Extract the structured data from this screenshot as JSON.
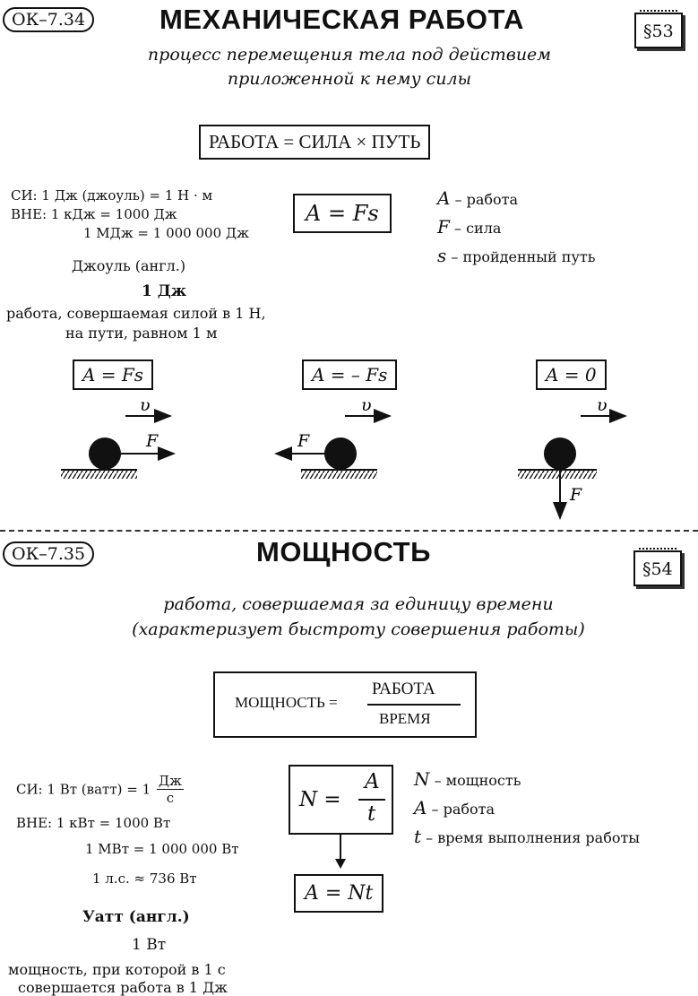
{
  "section1": {
    "badge": "ОК–7.34",
    "title": "МЕХАНИЧЕСКАЯ РАБОТА",
    "paragraph": "§53",
    "definition_line1": "процесс перемещения тела под действием",
    "definition_line2": "приложенной к нему силы",
    "main_formula": "РАБОТА = СИЛА × ПУТЬ",
    "units": {
      "si": "СИ: 1 Дж (джоуль) = 1 Н · м",
      "vne1": "ВНЕ: 1 кДж  = 1000 Дж",
      "vne2": "1 МДж = 1 000 000 Дж"
    },
    "formula": "A = Fs",
    "legend": [
      {
        "sym": "A",
        "desc": " – работа"
      },
      {
        "sym": "F",
        "desc": " – сила"
      },
      {
        "sym": "s",
        "desc": " – пройденный  путь"
      }
    ],
    "joule_origin": "Джоуль (англ.)",
    "joule_unit": "1 Дж",
    "joule_def1": "работа, совершаемая силой  в 1 Н,",
    "joule_def2": "на пути, равном  1 м",
    "cases": [
      {
        "formula": "A = Fs",
        "velocity": "υ",
        "force": "F"
      },
      {
        "formula": "A = – Fs",
        "velocity": "υ",
        "force": "F"
      },
      {
        "formula": "A = 0",
        "velocity": "υ",
        "force": "F"
      }
    ]
  },
  "section2": {
    "badge": "ОК–7.35",
    "title": "МОЩНОСТЬ",
    "paragraph": "§54",
    "definition_line1": "работа, совершаемая за единицу времени",
    "definition_line2": "(характеризует быстроту совершения работы)",
    "word_formula": {
      "left": "МОЩНОСТЬ =",
      "num": "РАБОТА",
      "den": "ВРЕМЯ"
    },
    "units": {
      "si_left": "СИ:  1 Вт (ватт) = 1",
      "si_num": "Дж",
      "si_den": "с",
      "vne1": "ВНЕ:  1 кВт  = 1000 Вт",
      "vne2": "1 МВт = 1 000 000 Вт",
      "hp": "1 л.с. ≈ 736 Вт"
    },
    "formula": {
      "left": "N =",
      "num": "A",
      "den": "t"
    },
    "formula2": "A = Nt",
    "legend": [
      {
        "sym": "N",
        "desc": " – мощность"
      },
      {
        "sym": "A",
        "desc": " – работа"
      },
      {
        "sym": "t",
        "desc": " – время выполнения работы"
      }
    ],
    "watt_origin": "Уатт (англ.)",
    "watt_unit": "1 Вт",
    "watt_def1": "мощность, при которой  в 1 с",
    "watt_def2": "совершается работа в 1 Дж"
  }
}
